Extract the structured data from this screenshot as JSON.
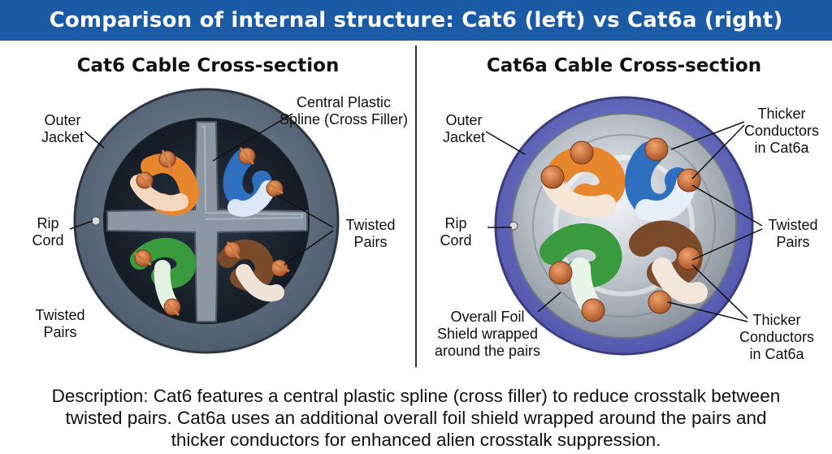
{
  "title": "Comparison of internal structure: Cat6 (left) vs Cat6a (right)",
  "cat6": {
    "title": "Cat6 Cable Cross-section",
    "labels": {
      "outer_jacket": [
        "Outer",
        "Jacket"
      ],
      "spline": [
        "Central Plastic",
        "Spline (Cross Filler)"
      ],
      "rip_cord": [
        "Rip",
        "Cord"
      ],
      "twisted_pairs_right": [
        "Twisted",
        "Pairs"
      ],
      "twisted_pairs_left": [
        "Twisted",
        "Pairs"
      ]
    }
  },
  "cat6a": {
    "title": "Cat6a Cable Cross-section",
    "labels": {
      "outer_jacket": [
        "Outer",
        "Jacket"
      ],
      "thicker_top": [
        "Thicker",
        "Conductors",
        "in Cat6a"
      ],
      "rip_cord": [
        "Rip",
        "Cord"
      ],
      "twisted_pairs": [
        "Twisted",
        "Pairs"
      ],
      "foil_shield": [
        "Overall Foil",
        "Shield wrapped",
        "around the pairs"
      ],
      "thicker_bottom": [
        "Thicker",
        "Conductors",
        "in Cat6a"
      ]
    }
  },
  "description": [
    "Description: Cat6 features a central plastic spline (cross filler) to reduce crosstalk between",
    "twisted pairs. Cat6a uses an additional overall foil shield wrapped around the pairs and",
    "thicker conductors for enhanced alien crosstalk suppression."
  ],
  "colors": {
    "header": "#1b5ba6",
    "jacket_cat6": "#5f6e80",
    "jacket_cat6a": "#6a6fc2",
    "foil": "#cfd5db",
    "copper": "#c8703a",
    "orange": "#e8862e",
    "blue": "#2f6fc0",
    "green": "#3a9a3e",
    "brown": "#7a4a2a"
  }
}
